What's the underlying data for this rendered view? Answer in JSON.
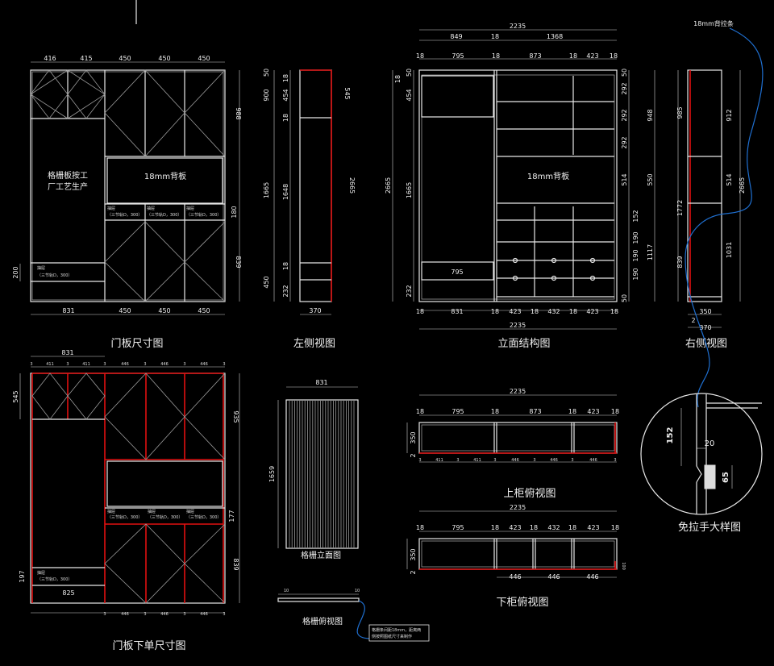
{
  "captions": {
    "door_panel": "门板尺寸图",
    "left_side": "左侧视图",
    "elevation": "立面结构图",
    "right_side": "右侧视图",
    "door_order": "门板下单尺寸图",
    "grille_elevation": "格栅立面图",
    "grille_top": "格栅俯视图",
    "upper_top": "上柜俯视图",
    "lower_top": "下柜俯视图",
    "handle_detail": "免拉手大样图"
  },
  "labels": {
    "grille_note_1": "格栅板按工",
    "grille_note_2": "厂工艺生产",
    "backboard": "18mm背板",
    "drawer": "抽屉",
    "drawer_rail": "（三节轨D，300）",
    "back_strip": "18mm背拉条",
    "spacing_note_1": "格栅条间距18mm，距离两",
    "spacing_note_2": "侧按照图纸尺寸来制作"
  },
  "door_panel_dims": {
    "top": [
      "416",
      "415",
      "450",
      "450",
      "450"
    ],
    "bottom": [
      "831",
      "450",
      "450",
      "450"
    ],
    "right": [
      "988",
      "180",
      "839"
    ],
    "left": "200"
  },
  "left_side_dims": {
    "outer": [
      "50",
      "900",
      "1665",
      "450"
    ],
    "inner": [
      "18",
      "454",
      "18",
      "18",
      "1648",
      "232"
    ],
    "right": [
      "545",
      "2665"
    ],
    "bottom": "370"
  },
  "elevation_dims": {
    "overall": "2235",
    "top2": [
      "849",
      "18",
      "1368"
    ],
    "top3": [
      "18",
      "795",
      "18",
      "873",
      "18",
      "423",
      "18"
    ],
    "bottom": [
      "18",
      "831",
      "18",
      "423",
      "18",
      "432",
      "18",
      "423",
      "18"
    ],
    "left": [
      "2665",
      "1665",
      "50",
      "454",
      "18",
      "232"
    ],
    "right": [
      "50",
      "292",
      "292",
      "292",
      "514",
      "152",
      "190",
      "190",
      "190",
      "50",
      "948",
      "550",
      "1117"
    ],
    "drawer_width": "795"
  },
  "right_side_dims": {
    "left": [
      "985",
      "1772",
      "839"
    ],
    "inner": [
      "912",
      "514",
      "1031"
    ],
    "right": "2665",
    "bottom": [
      "350",
      "370"
    ],
    "small": "2"
  },
  "door_order_dims": {
    "overall": "831",
    "top": [
      "3",
      "411",
      "3",
      "411",
      "3",
      "446",
      "3",
      "446",
      "3",
      "446",
      "3"
    ],
    "left": [
      "545",
      "197"
    ],
    "right": [
      "935",
      "177",
      "839"
    ],
    "bottom_inner": "825",
    "bottom": [
      "3",
      "446",
      "3",
      "446",
      "3",
      "446",
      "3"
    ]
  },
  "grille_dims": {
    "width": "831",
    "height": "1659",
    "top_view": [
      "10",
      "10"
    ]
  },
  "upper_top_dims": {
    "overall": "2235",
    "top": [
      "18",
      "795",
      "18",
      "873",
      "18",
      "423",
      "18"
    ],
    "depth": "350",
    "bottom": [
      "3",
      "411",
      "3",
      "411",
      "3",
      "446",
      "3",
      "446",
      "3",
      "446",
      "3"
    ],
    "side": "2"
  },
  "lower_top_dims": {
    "overall": "2235",
    "top": [
      "18",
      "795",
      "18",
      "423",
      "18",
      "432",
      "18",
      "423",
      "18"
    ],
    "depth": "350",
    "bottom": [
      "446",
      "446",
      "446"
    ],
    "side": "2",
    "right": "100"
  },
  "detail_dims": {
    "gap": "152",
    "thickness": "20",
    "slot": "65"
  },
  "colors": {
    "background": "#000000",
    "line": "#e8e8e8",
    "red": "#e01010",
    "leader": "#1f6fd0"
  }
}
